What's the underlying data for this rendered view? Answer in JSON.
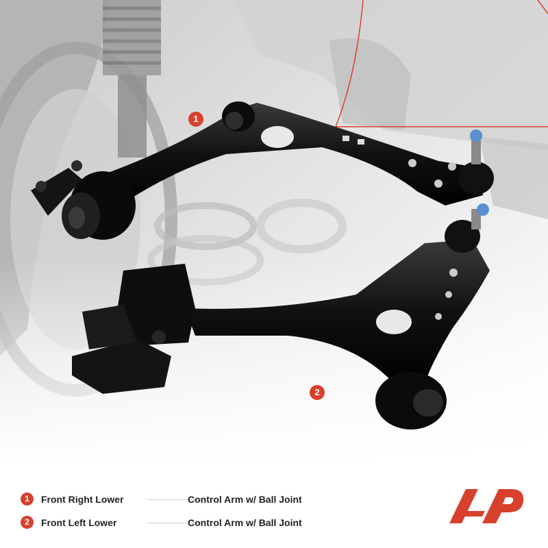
{
  "callouts": [
    {
      "number": "1"
    },
    {
      "number": "2"
    }
  ],
  "legend": [
    {
      "number": "1",
      "name": "Front Right Lower",
      "part": "Control Arm w/ Ball Joint"
    },
    {
      "number": "2",
      "name": "Front Left Lower",
      "part": "Control Arm w/ Ball Joint"
    }
  ],
  "colors": {
    "accent": "#d8402e",
    "arm": "#1a1a1a",
    "background_photo": "#d9d9d9"
  },
  "icons": [
    "brand-logo-icon"
  ]
}
